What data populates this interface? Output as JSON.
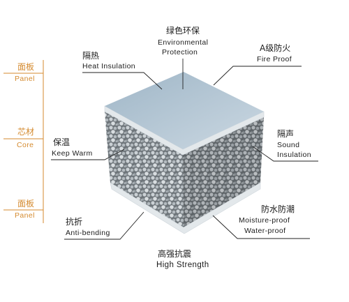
{
  "layers": {
    "top_panel": {
      "zh": "面板",
      "en": "Panel"
    },
    "core": {
      "zh": "芯材",
      "en": "Core"
    },
    "bottom_panel": {
      "zh": "面板",
      "en": "Panel"
    }
  },
  "features": {
    "environmental": {
      "zh": "绿色环保",
      "en1": "Environmental",
      "en2": "Protection"
    },
    "heat": {
      "zh": "隔热",
      "en1": "Heat Insulation"
    },
    "fire": {
      "zh": "A级防火",
      "en1": "Fire Proof"
    },
    "keep_warm": {
      "zh": "保温",
      "en1": "Keep Warm"
    },
    "sound": {
      "zh": "隔声",
      "en1": "Sound",
      "en2": "Insulation"
    },
    "anti_bending": {
      "zh": "抗折",
      "en1": "Anti-bending"
    },
    "moisture": {
      "zh": "防水防潮",
      "en1": "Moisture-proof",
      "en2": "Water-proof"
    },
    "strength": {
      "zh": "高强抗震",
      "en1": "High Strength"
    }
  },
  "colors": {
    "accent": "#d48a2e",
    "text": "#1a1a1a",
    "panel_surface": "#b4c6d3",
    "panel_edge": "#e3e8eb",
    "core": "#767d82"
  }
}
